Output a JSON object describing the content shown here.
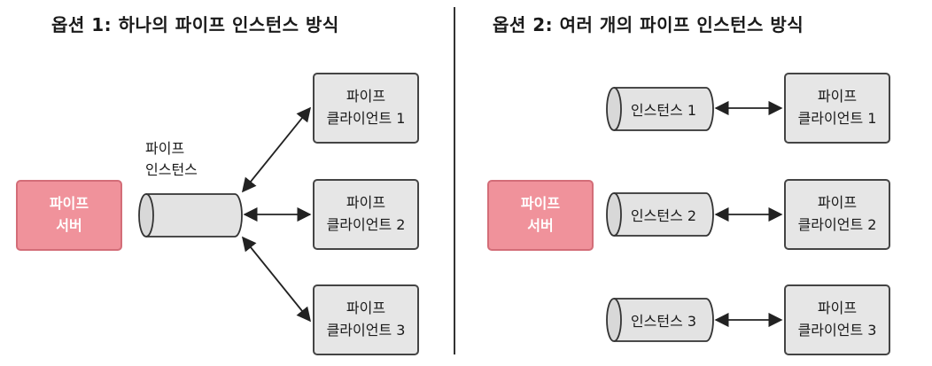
{
  "colors": {
    "server_fill": "#f0929b",
    "server_border": "#d36d78",
    "client_fill": "#e6e6e6",
    "pipe_fill": "#e3e3e3",
    "line": "#333333"
  },
  "option1": {
    "title": "옵션 1: 하나의 파이프 인스턴스 방식",
    "server": {
      "line1": "파이프",
      "line2": "서버"
    },
    "pipe_label": {
      "line1": "파이프",
      "line2": "인스턴스"
    },
    "clients": [
      {
        "line1": "파이프",
        "line2": "클라이언트 1"
      },
      {
        "line1": "파이프",
        "line2": "클라이언트 2"
      },
      {
        "line1": "파이프",
        "line2": "클라이언트 3"
      }
    ]
  },
  "option2": {
    "title": "옵션 2: 여러 개의 파이프 인스턴스 방식",
    "server": {
      "line1": "파이프",
      "line2": "서버"
    },
    "instances": [
      "인스턴스 1",
      "인스턴스 2",
      "인스턴스 3"
    ],
    "clients": [
      {
        "line1": "파이프",
        "line2": "클라이언트 1"
      },
      {
        "line1": "파이프",
        "line2": "클라이언트 2"
      },
      {
        "line1": "파이프",
        "line2": "클라이언트 3"
      }
    ]
  }
}
